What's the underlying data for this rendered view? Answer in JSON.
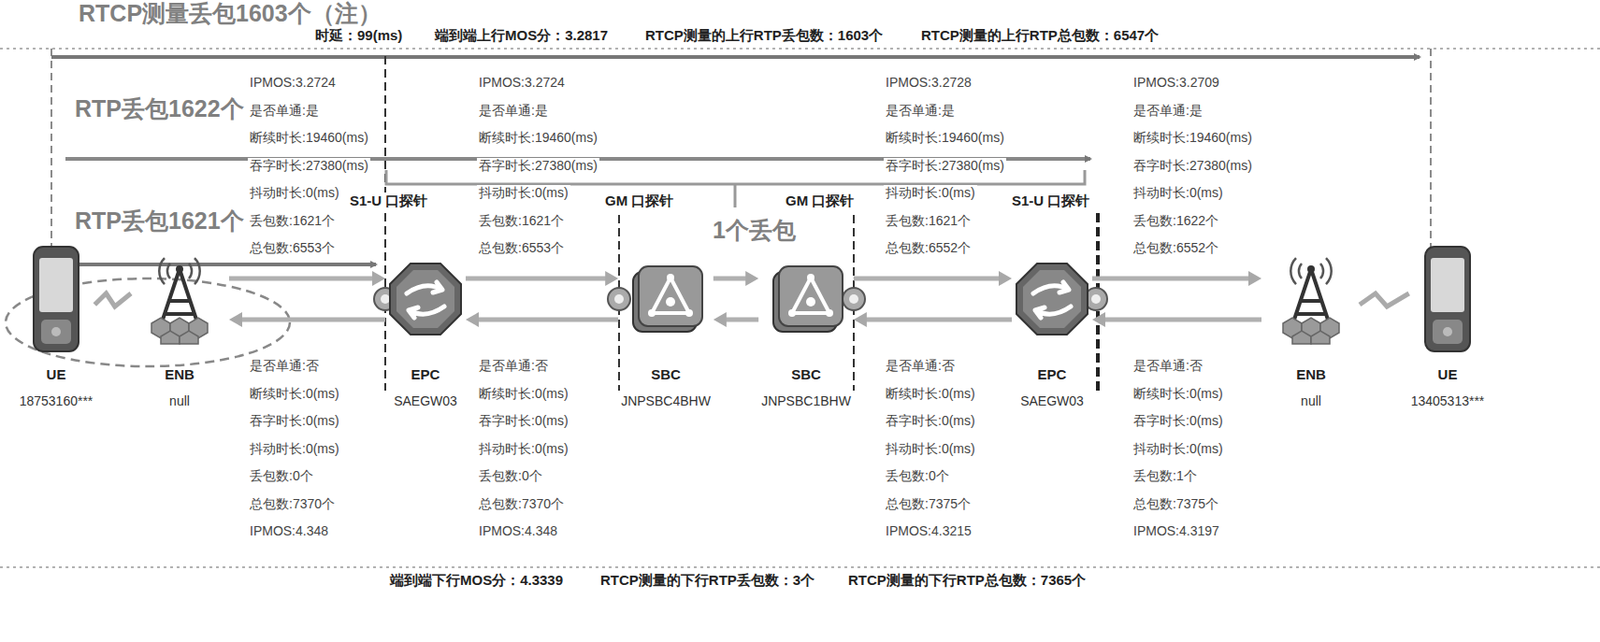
{
  "diagram": {
    "nodes": [
      {
        "text": [
          "UE",
          "18753160***"
        ]
      },
      {
        "text": [
          "ENB",
          "null"
        ]
      },
      {
        "text": [
          "EPC",
          "SAEGW03"
        ]
      },
      {
        "text": [
          "SBC",
          "JNPSBC4BHW"
        ]
      },
      {
        "text": [
          "SBC",
          "JNPSBC1BHW"
        ]
      },
      {
        "text": [
          "EPC",
          "SAEGW03"
        ]
      },
      {
        "text": [
          "ENB",
          "null"
        ]
      },
      {
        "text": [
          "UE",
          "13405313***"
        ]
      }
    ],
    "edges": [
      {
        "from": 0,
        "to": 1,
        "arrow": "none"
      },
      {
        "from": 1,
        "to": 2,
        "arrow": "to"
      },
      {
        "from": 2,
        "to": 1,
        "arrow": "to"
      },
      {
        "from": 2,
        "to": 3,
        "arrow": "to"
      },
      {
        "from": 3,
        "to": 2,
        "arrow": "to"
      },
      {
        "from": 3,
        "to": 4,
        "arrow": "to"
      },
      {
        "from": 4,
        "to": 3,
        "arrow": "to"
      },
      {
        "from": 4,
        "to": 5,
        "arrow": "to"
      },
      {
        "from": 5,
        "to": 4,
        "arrow": "to"
      },
      {
        "from": 5,
        "to": 6,
        "arrow": "to"
      },
      {
        "from": 6,
        "to": 5,
        "arrow": "to"
      },
      {
        "from": 6,
        "to": 7,
        "arrow": "none"
      }
    ],
    "labels": [
      "RTCP测量丢包1603个（注）",
      "时延：99(ms)",
      "端到端上行MOS分：3.2817",
      "RTCP测量的上行RTP丢包数：1603个",
      "RTCP测量的上行RTP总包数：6547个",
      "RTP丢包1622个",
      "RTP丢包1621个",
      "1个丢包",
      "S1-U 口探针",
      "GM 口探针",
      "GM 口探针",
      "S1-U 口探针",
      "IPMOS:3.2724",
      "是否单通:是",
      "断续时长:19460(ms)",
      "吞字时长:27380(ms)",
      "抖动时长:0(ms)",
      "丢包数:1621个",
      "总包数:6553个",
      "IPMOS:3.2724",
      "是否单通:是",
      "断续时长:19460(ms)",
      "吞字时长:27380(ms)",
      "抖动时长:0(ms)",
      "丢包数:1621个",
      "总包数:6553个",
      "IPMOS:3.2728",
      "是否单通:是",
      "断续时长:19460(ms)",
      "吞字时长:27380(ms)",
      "抖动时长:0(ms)",
      "丢包数:1621个",
      "总包数:6552个",
      "IPMOS:3.2709",
      "是否单通:是",
      "断续时长:19460(ms)",
      "吞字时长:27380(ms)",
      "抖动时长:0(ms)",
      "丢包数:1622个",
      "总包数:6552个",
      "是否单通:否",
      "断续时长:0(ms)",
      "吞字时长:0(ms)",
      "抖动时长:0(ms)",
      "丢包数:0个",
      "总包数:7370个",
      "IPMOS:4.348",
      "是否单通:否",
      "断续时长:0(ms)",
      "吞字时长:0(ms)",
      "抖动时长:0(ms)",
      "丢包数:0个",
      "总包数:7370个",
      "IPMOS:4.348",
      "是否单通:否",
      "断续时长:0(ms)",
      "吞字时长:0(ms)",
      "抖动时长:0(ms)",
      "丢包数:0个",
      "总包数:7375个",
      "IPMOS:4.3215",
      "是否单通:否",
      "断续时长:0(ms)",
      "吞字时长:0(ms)",
      "抖动时长:0(ms)",
      "丢包数:1个",
      "总包数:7375个",
      "IPMOS:4.3197",
      "端到端下行MOS分：4.3339",
      "RTCP测量的下行RTP丢包数：3个",
      "RTCP测量的下行RTP总包数：7365个"
    ]
  }
}
